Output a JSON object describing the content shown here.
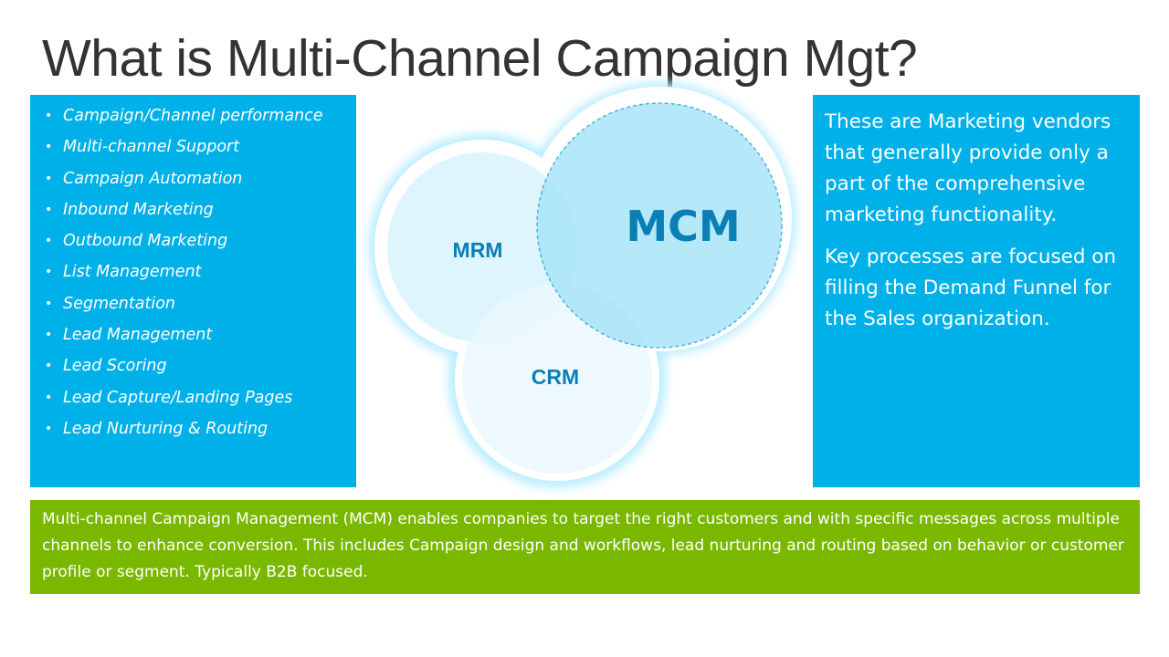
{
  "title": "What is Multi-Channel Campaign Mgt?",
  "left_panel": {
    "items": [
      "Campaign/Channel performance",
      "Multi-channel Support",
      "Campaign Automation",
      "Inbound Marketing",
      "Outbound Marketing",
      "List Management",
      "Segmentation",
      "Lead Management",
      "Lead Scoring",
      "Lead Capture/Landing Pages",
      "Lead Nurturing & Routing"
    ]
  },
  "diagram": {
    "mrm": "MRM",
    "mcm": "MCM",
    "crm": "CRM"
  },
  "right_panel": {
    "paragraph1": "These are Marketing vendors that generally provide only a part of the comprehensive marketing functionality.",
    "paragraph2": "Key processes are focused on filling the Demand Funnel for the Sales organization."
  },
  "bottom_panel": {
    "text": "Multi-channel Campaign Management (MCM) enables companies to target the right customers and with specific messages across multiple channels to enhance conversion. This includes Campaign design and workflows, lead nurturing and routing based on behavior or customer profile or segment. Typically B2B focused."
  },
  "colors": {
    "panel_blue": "#00b0e8",
    "panel_green": "#7ab800",
    "label_blue": "#0a7fb5",
    "title_gray": "#333333"
  }
}
